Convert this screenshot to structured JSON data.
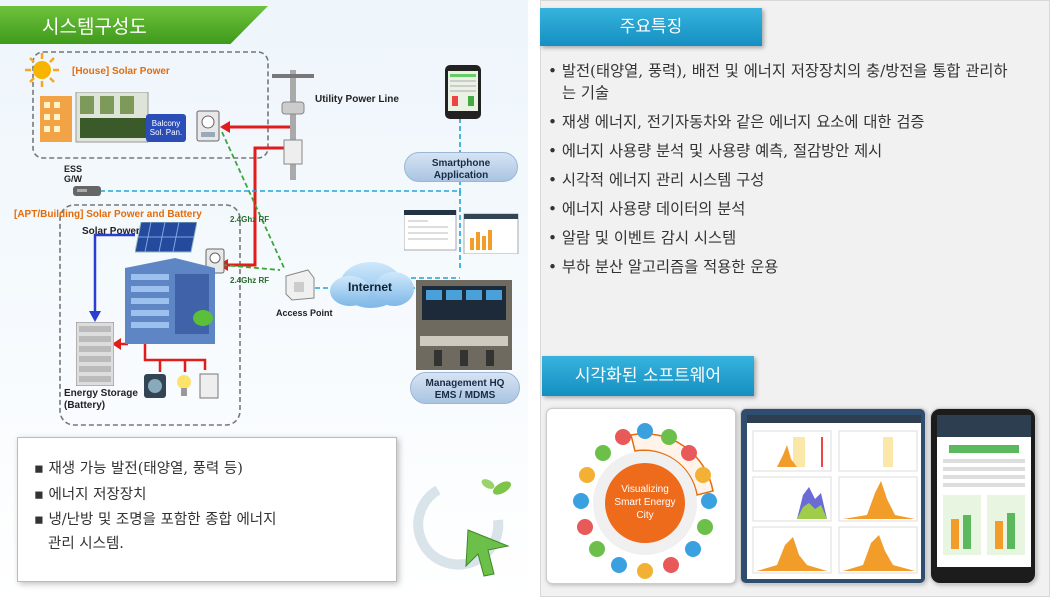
{
  "left": {
    "title": "시스템구성도",
    "house_label": "[House] Solar Power",
    "balcony_label": "Balcony\nSol. Pan.",
    "utility_label": "Utility Power Line",
    "ess_label": "ESS\nG/W",
    "apt_label": "[APT/Building] Solar Power and Battery",
    "solar_power_label": "Solar Power",
    "rf_label_1": "2.4Ghz RF",
    "rf_label_2": "2.4Ghz RF",
    "access_point_label": "Access Point",
    "internet_label": "Internet",
    "smartphone_label": "Smartphone\nApplication",
    "mgmt_label": "Management HQ\nEMS / MDMS",
    "energy_storage_label": "Energy Storage\n(Battery)",
    "bullets": [
      "재생 가능 발전(태양열, 풍력 등)",
      "에너지 저장장치",
      "냉/난방 및 조명을 포함한 종합 에너지\n관리 시스템."
    ]
  },
  "right": {
    "features_tab": "주요특징",
    "features": [
      "발전(태양열, 풍력), 배전 및 에너지 저장장치의 충/방전을 통합 관리하는 기술",
      "재생 에너지, 전기자동차와 같은 에너지 요소에 대한 검증",
      "에너지 사용량 분석 및 사용량 예측, 절감방안 제시",
      "시각적 에너지 관리 시스템 구성",
      "에너지 사용량 데이터의 분석",
      "알람 및 이벤트 감시 시스템",
      "부하 분산 알고리즘을 적용한 운용"
    ],
    "software_tab": "시각화된 소프트웨어",
    "city_label": "Visualizing\nSmart Energy\nCity"
  },
  "colors": {
    "green": "#4fab24",
    "blue_tab": "#1f9fd0",
    "red_line": "#e21b1b",
    "orange": "#e46c0a"
  }
}
